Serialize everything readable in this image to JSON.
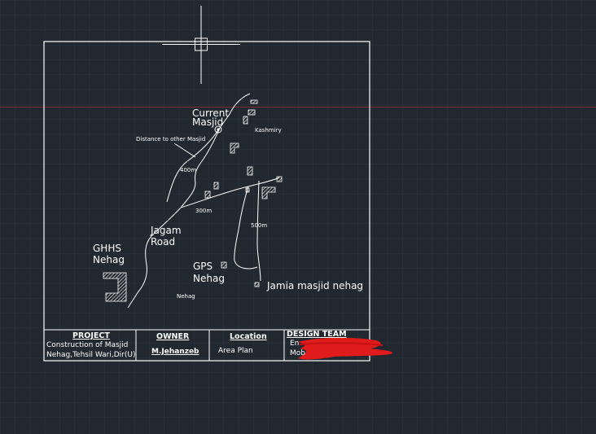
{
  "drawing": {
    "labels": {
      "current_masjid_1": "Current",
      "current_masjid_2": "Masjid",
      "kashmiry": "Kashmiry",
      "distance_note": "Distance to other Masjid",
      "d400": "400m",
      "d300": "300m",
      "d500": "500m",
      "jagam_1": "Jagam",
      "jagam_2": "Road",
      "ghhs_1": "GHHS",
      "ghhs_2": "Nehag",
      "gps_1": "GPS",
      "gps_2": "Nehag",
      "jamia": "Jamia masjid nehag",
      "nehag": "Nehag"
    }
  },
  "title_block": {
    "project_header": "PROJECT",
    "project_line1": "Construction of Masjid",
    "project_line2": "Nehag,Tehsil Wari,Dir(U)",
    "owner_header": "OWNER",
    "owner_value": "M.Jehanzeb",
    "location_header": "Location",
    "location_value": "Area Plan",
    "design_header": "DESIGN TEAM",
    "design_line1": "En",
    "design_line2": "Mob"
  },
  "colors": {
    "background": "#212830",
    "grid": "#2c3440",
    "axis_red": "#7a2a33",
    "lines": "#ffffff",
    "redaction": "#e01b1b"
  }
}
